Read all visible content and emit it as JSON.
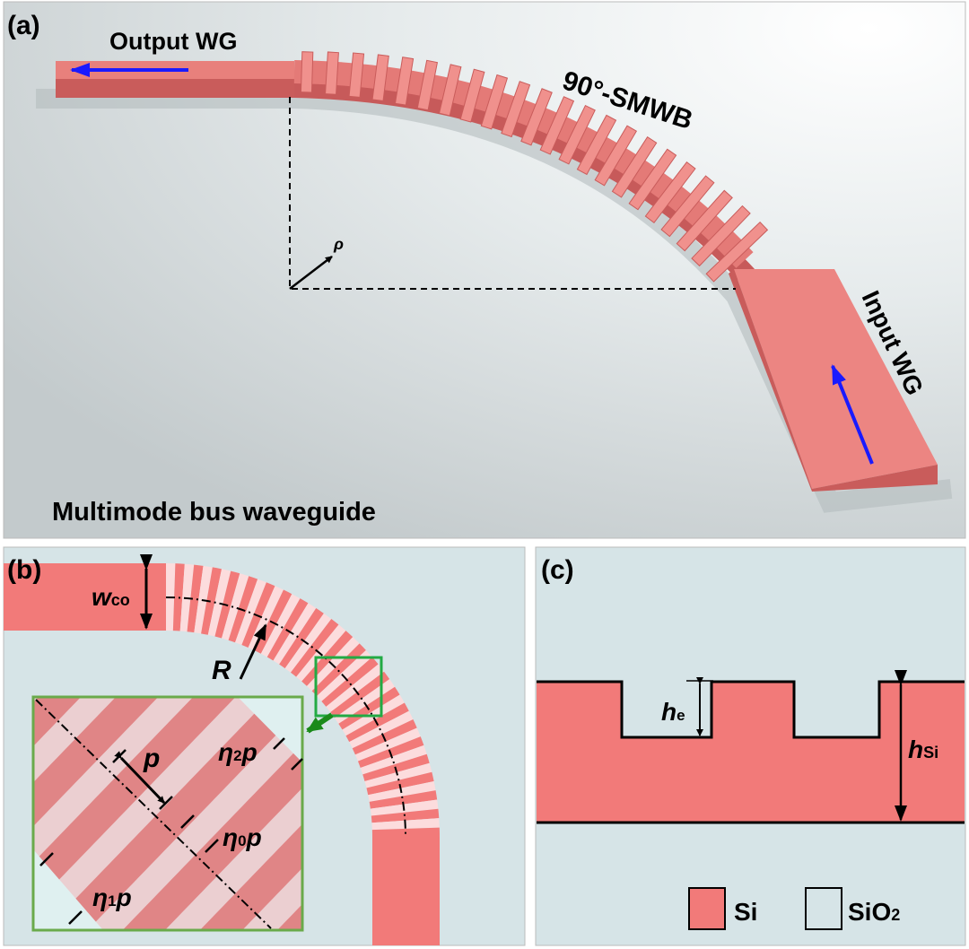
{
  "panel_a": {
    "tag": "(a)",
    "output_label": "Output WG",
    "bend_label": "90°-SMWB",
    "input_label": "Input WG",
    "bus_label": "Multimode bus waveguide",
    "rho_symbol": "ρ",
    "arrow_color": "#1a1aff",
    "waveguide_color": "#e0716f"
  },
  "panel_b": {
    "tag": "(b)",
    "wco_main": "w",
    "wco_sub": "co",
    "R_label": "R",
    "p_label": "p",
    "eta2_main": "η",
    "eta2_sub": "2",
    "eta2_tail": "p",
    "eta0_main": "η",
    "eta0_sub": "0",
    "eta0_tail": "p",
    "eta1_main": "η",
    "eta1_sub": "1",
    "eta1_tail": "p",
    "si_color": "#f27a79",
    "sio2_slot_color": "#fcdcdd",
    "highlight_color": "#22aa44"
  },
  "panel_c": {
    "tag": "(c)",
    "he_main": "h",
    "he_sub": "e",
    "hsi_main": "h",
    "hsi_sub": "Si",
    "legend": [
      {
        "label": "Si",
        "color": "#f27a79"
      },
      {
        "label_main": "SiO",
        "label_sub": "2",
        "color": "#d6e4e7"
      }
    ]
  }
}
